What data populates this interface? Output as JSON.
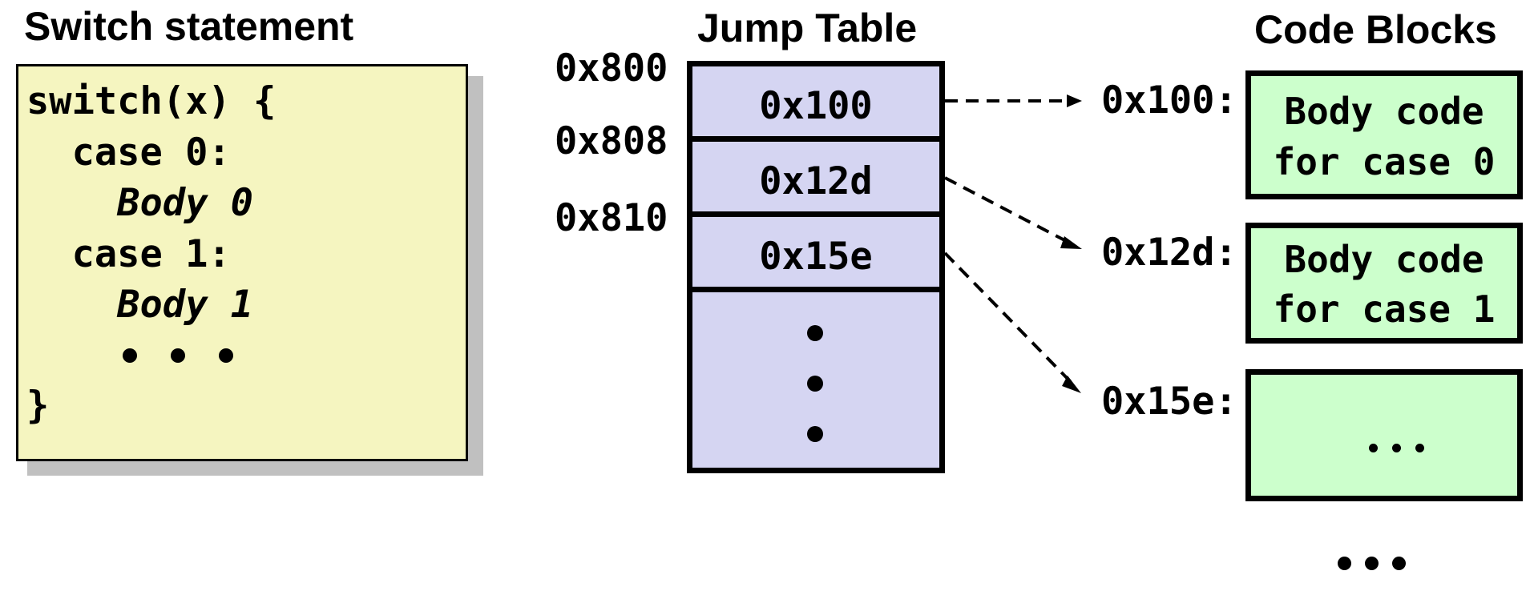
{
  "switch_section": {
    "title": "Switch statement",
    "code_lines": [
      {
        "text": "switch(x) {",
        "style": "normal"
      },
      {
        "text": "  case 0:",
        "style": "normal"
      },
      {
        "text": "    Body 0",
        "style": "italic"
      },
      {
        "text": "  case 1:",
        "style": "normal"
      },
      {
        "text": "    Body 1",
        "style": "italic"
      },
      {
        "text": "}",
        "style": "normal"
      }
    ],
    "ellipsis": "• • •",
    "fill_color": "#f5f5c0"
  },
  "jump_table": {
    "title": "Jump Table",
    "addresses": [
      "0x800",
      "0x808",
      "0x810"
    ],
    "entries": [
      "0x100",
      "0x12d",
      "0x15e"
    ],
    "continuation": "vertical ellipsis",
    "fill_color": "#d5d5f2"
  },
  "code_blocks": {
    "title": "Code Blocks",
    "blocks": [
      {
        "label": "0x100:",
        "line1": "Body code",
        "line2": "for case 0"
      },
      {
        "label": "0x12d:",
        "line1": "Body code",
        "line2": "for case 1"
      },
      {
        "label": "0x15e:",
        "line1": "...",
        "line2": ""
      }
    ],
    "trailing_ellipsis": "• • •",
    "fill_color": "#ccffcc"
  },
  "arrows": [
    {
      "from": "0x100",
      "to": "0x100:",
      "style": "dashed"
    },
    {
      "from": "0x12d",
      "to": "0x12d:",
      "style": "dashed"
    },
    {
      "from": "0x15e",
      "to": "0x15e:",
      "style": "dashed"
    }
  ]
}
